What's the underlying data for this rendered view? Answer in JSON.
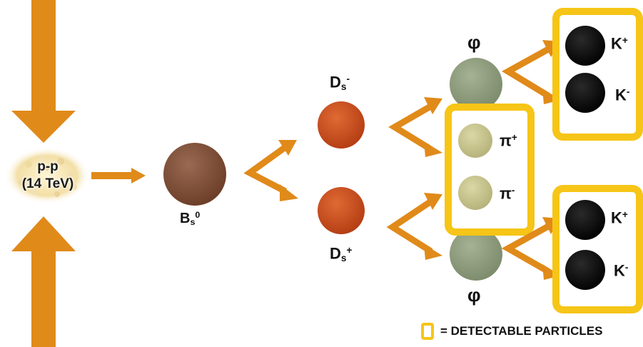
{
  "collision": {
    "line1": "p-p",
    "line2": "(14 TeV)"
  },
  "particles": {
    "bs": {
      "base": "B",
      "sub": "s",
      "sup": "0",
      "color": "#7a4a33"
    },
    "ds_minus": {
      "base": "D",
      "sub": "s",
      "sup": "-",
      "color": "#c84a1e"
    },
    "ds_plus": {
      "base": "D",
      "sub": "s",
      "sup": "+",
      "color": "#c84a1e"
    },
    "phi_top": {
      "base": "φ",
      "color": "#8a9878"
    },
    "phi_bottom": {
      "base": "φ",
      "color": "#8a9878"
    },
    "pi_plus": {
      "base": "π",
      "sup": "+",
      "color": "#c4c08a"
    },
    "pi_minus": {
      "base": "π",
      "sup": "-",
      "color": "#c4c08a"
    },
    "k_plus_top": {
      "base": "K",
      "sup": "+",
      "color": "#050505"
    },
    "k_minus_top": {
      "base": "K",
      "sup": "-",
      "color": "#050505"
    },
    "k_plus_bottom": {
      "base": "K",
      "sup": "+",
      "color": "#050505"
    },
    "k_minus_bottom": {
      "base": "K",
      "sup": "-",
      "color": "#050505"
    }
  },
  "legend": {
    "text": "= DETECTABLE PARTICLES"
  },
  "colors": {
    "arrow": "#e08a1a",
    "detectable_box": "#f6c517"
  }
}
